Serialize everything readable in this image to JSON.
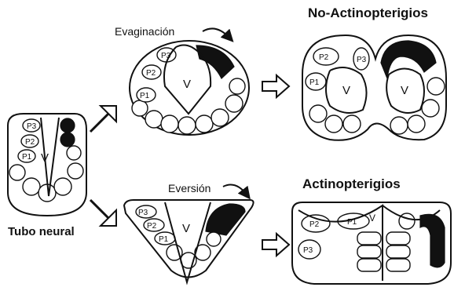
{
  "labels": {
    "evagination": "Evaginación",
    "non_actinopterygii": "No-Actinopterigios",
    "eversion": "Eversión",
    "actinopterygii": "Actinopterigios",
    "neural_tube": "Tubo neural",
    "ventricle": "V",
    "p1": "P1",
    "p2": "P2",
    "p3": "P3"
  },
  "colors": {
    "ink": "#111111",
    "background": "#ffffff"
  },
  "icons": [
    "arrow-up-right-icon",
    "arrow-down-right-icon",
    "hollow-right-arrow-icon",
    "curved-arrow-icon"
  ]
}
